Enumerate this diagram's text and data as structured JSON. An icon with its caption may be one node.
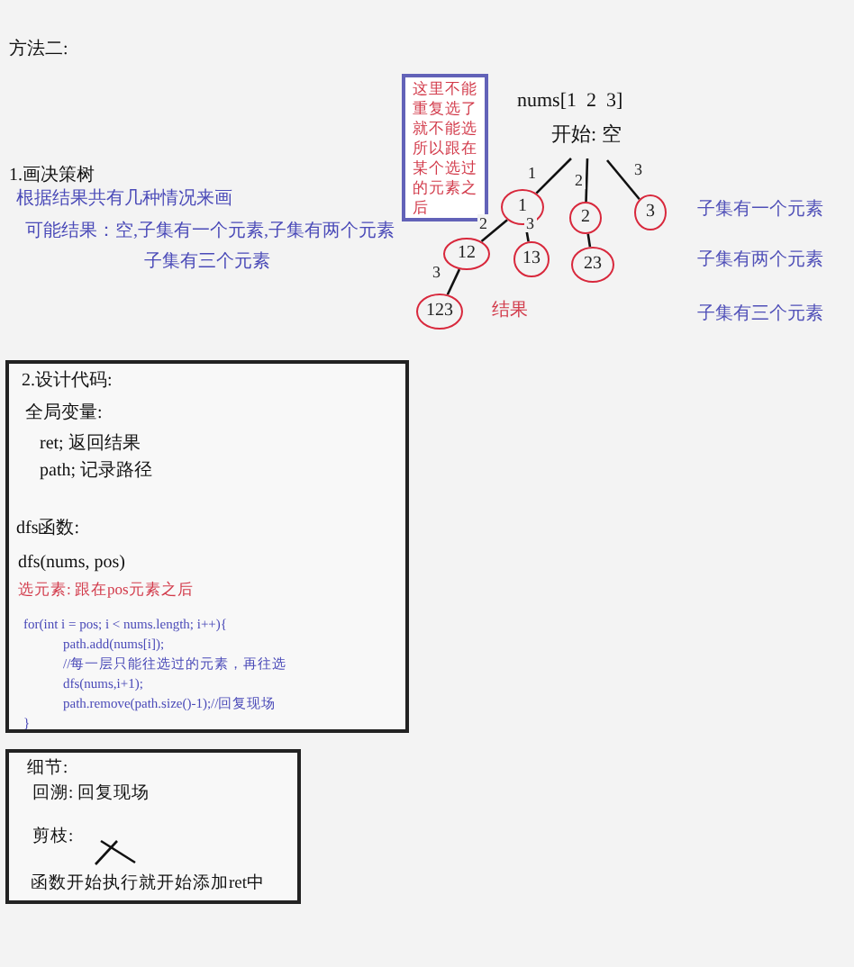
{
  "diagram": {
    "nodes": [
      {
        "text": [
          "这里不能重复选了就不能选所以跟在某个选过的元素之后"
        ]
      },
      {
        "text": [
          "开始: 空"
        ]
      },
      {
        "text": [
          "1"
        ]
      },
      {
        "text": [
          "2"
        ]
      },
      {
        "text": [
          "3"
        ]
      },
      {
        "text": [
          "12"
        ]
      },
      {
        "text": [
          "13"
        ]
      },
      {
        "text": [
          "23"
        ]
      },
      {
        "text": [
          "123"
        ]
      },
      {
        "text": [
          "2.设计代码:",
          "全局变量:",
          "ret; 返回结果",
          "path; 记录路径",
          "dfs函数:",
          "dfs(nums, pos)",
          "选元素: 跟在pos元素之后",
          "for(int i = pos; i < nums.length; i++){",
          "path.add(nums[i]);",
          "//每一层只能往选过的元素，再往选",
          "dfs(nums,i+1);",
          "path.remove(path.size()-1);//回复现场",
          "}"
        ]
      },
      {
        "text": [
          "细节:",
          "回溯: 回复现场",
          "剪枝:",
          "函数开始执行就开始添加ret中"
        ]
      }
    ],
    "edges": [
      {
        "from": 1,
        "to": 2,
        "arrow": "none",
        "label": "1"
      },
      {
        "from": 1,
        "to": 3,
        "arrow": "none",
        "label": "2"
      },
      {
        "from": 1,
        "to": 4,
        "arrow": "none",
        "label": "3"
      },
      {
        "from": 2,
        "to": 5,
        "arrow": "none",
        "label": "2"
      },
      {
        "from": 2,
        "to": 6,
        "arrow": "none",
        "label": "3"
      },
      {
        "from": 3,
        "to": 7,
        "arrow": "none"
      },
      {
        "from": 5,
        "to": 8,
        "arrow": "none",
        "label": "3"
      }
    ],
    "labels": [
      "方法二:",
      "nums[1  2  3]",
      "1.画决策树",
      "根据结果共有几种情况来画",
      "可能结果：空,子集有一个元素,子集有两个元素",
      "子集有三个元素",
      "子集有一个元素",
      "子集有两个元素",
      "结果",
      "子集有三个元素"
    ]
  }
}
